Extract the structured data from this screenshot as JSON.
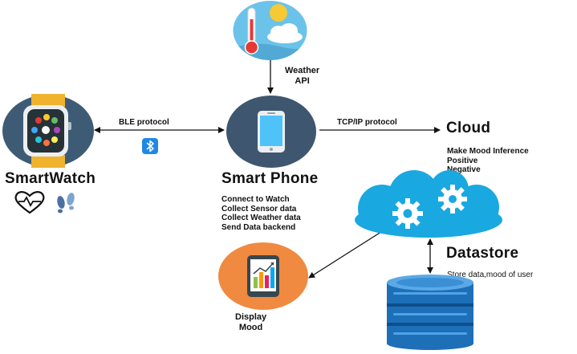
{
  "nodes": {
    "weather": {
      "label_line1": "Weather",
      "label_line2": "API"
    },
    "smartwatch": {
      "label": "SmartWatch"
    },
    "phone": {
      "label": "Smart Phone",
      "tasks": [
        "Connect to Watch",
        "Collect Sensor data",
        "Collect Weather data",
        "Send Data backend"
      ]
    },
    "cloud": {
      "label": "Cloud",
      "tasks": [
        "Make Mood Inference",
        "Positive",
        "Negative"
      ]
    },
    "datastore": {
      "label": "Datastore",
      "note": "Store data,mood of user"
    },
    "display": {
      "label_line1": "Display",
      "label_line2": "Mood"
    }
  },
  "edges": {
    "ble": "BLE protocol",
    "tcp": "TCP/IP protocol"
  },
  "icons": {
    "weather": "thermometer-sun-cloud-icon",
    "watch": "smartwatch-icon",
    "heart": "heart-pulse-icon",
    "footprints": "footprints-icon",
    "bluetooth": "bluetooth-icon",
    "phone": "smartphone-icon",
    "cloud": "cloud-gears-icon",
    "database": "database-icon",
    "chart": "chart-tablet-icon"
  },
  "colors": {
    "weather_bg": "#6bc3ea",
    "watch_bg": "#3e5b76",
    "watch_band": "#f0b32e",
    "phone_bg": "#3f5670",
    "cloud": "#1aa8e0",
    "db": "#1d6fb8",
    "display_bg": "#f08a40",
    "bluetooth": "#1e88e5"
  }
}
